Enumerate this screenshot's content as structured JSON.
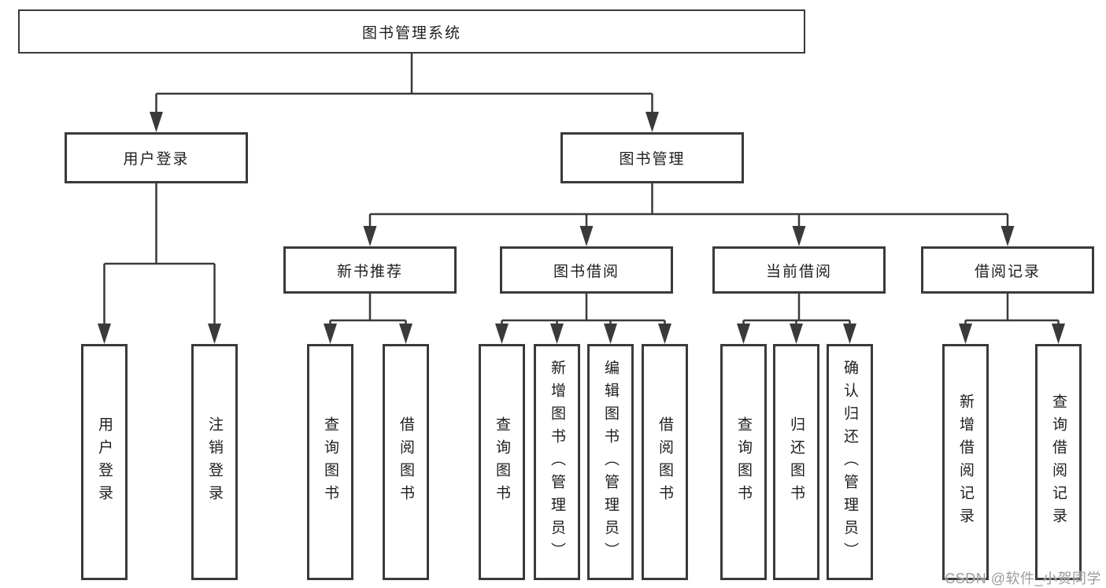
{
  "diagram": {
    "colors": {
      "line": "#3a3a3a",
      "box_border": "#3a3a3a",
      "text": "#1e1e1e",
      "background": "#ffffff",
      "watermark": "#9b9b9b"
    },
    "tree": {
      "label": "图书管理系统",
      "children": [
        {
          "label": "用户登录",
          "children": [
            {
              "label": "用户登录"
            },
            {
              "label": "注销登录"
            }
          ]
        },
        {
          "label": "图书管理",
          "children": [
            {
              "label": "新书推荐",
              "children": [
                {
                  "label": "查询图书"
                },
                {
                  "label": "借阅图书"
                }
              ]
            },
            {
              "label": "图书借阅",
              "children": [
                {
                  "label": "查询图书"
                },
                {
                  "label": "新增图书（管理员）"
                },
                {
                  "label": "编辑图书（管理员）"
                },
                {
                  "label": "借阅图书"
                }
              ]
            },
            {
              "label": "当前借阅",
              "children": [
                {
                  "label": "查询图书"
                },
                {
                  "label": "归还图书"
                },
                {
                  "label": "确认归还（管理员）"
                }
              ]
            },
            {
              "label": "借阅记录",
              "children": [
                {
                  "label": "新增借阅记录"
                },
                {
                  "label": "查询借阅记录"
                }
              ]
            }
          ]
        }
      ]
    },
    "watermark": {
      "text": "CSDN @软件_小贺同学"
    }
  }
}
